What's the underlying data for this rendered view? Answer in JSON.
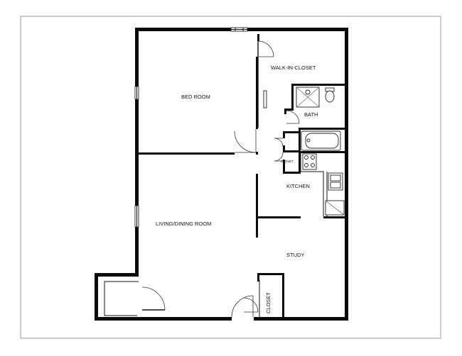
{
  "rooms": {
    "bedroom": "BED ROOM",
    "walk_in_closet": "WALK-IN-CLOSET",
    "bath": "BATH",
    "small_closet": "CLOSET",
    "kitchen": "KITCHEN",
    "living_dining": "LIVING/DINING ROOM",
    "study": "STUDY",
    "closet": "CLOSET"
  }
}
